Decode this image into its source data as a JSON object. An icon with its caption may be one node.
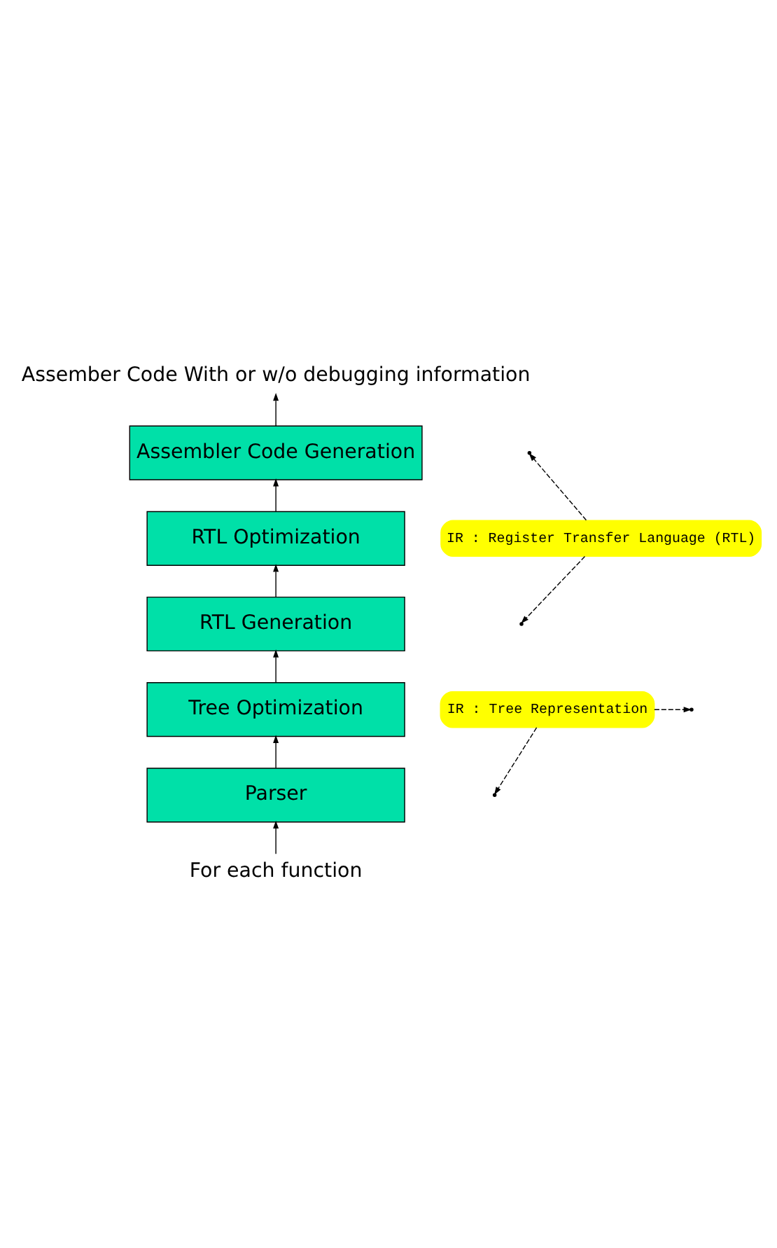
{
  "diagram": {
    "nodes": [
      {
        "text": [
          "Assember Code With or w/o debugging information"
        ]
      },
      {
        "text": [
          "Assembler Code Generation"
        ]
      },
      {
        "text": [
          "RTL Optimization"
        ]
      },
      {
        "text": [
          "RTL Generation"
        ]
      },
      {
        "text": [
          "Tree Optimization"
        ]
      },
      {
        "text": [
          "Parser"
        ]
      },
      {
        "text": [
          "For each function"
        ]
      },
      {
        "text": [
          "IR : Register Transfer Language (RTL)"
        ]
      },
      {
        "text": [
          "IR : Tree Representation"
        ]
      }
    ],
    "edges": [
      {
        "from": 6,
        "to": 5,
        "arrow": "to"
      },
      {
        "from": 5,
        "to": 4,
        "arrow": "to"
      },
      {
        "from": 4,
        "to": 3,
        "arrow": "to"
      },
      {
        "from": 3,
        "to": 2,
        "arrow": "to"
      },
      {
        "from": 2,
        "to": 1,
        "arrow": "to"
      },
      {
        "from": 1,
        "to": 0,
        "arrow": "to"
      },
      {
        "from": 7,
        "to": null,
        "arrow": "to",
        "style": "dashed"
      },
      {
        "from": 7,
        "to": null,
        "arrow": "to",
        "style": "dashed"
      },
      {
        "from": 8,
        "to": null,
        "arrow": "to",
        "style": "dashed"
      },
      {
        "from": 8,
        "to": null,
        "arrow": "to",
        "style": "dashed"
      }
    ]
  }
}
